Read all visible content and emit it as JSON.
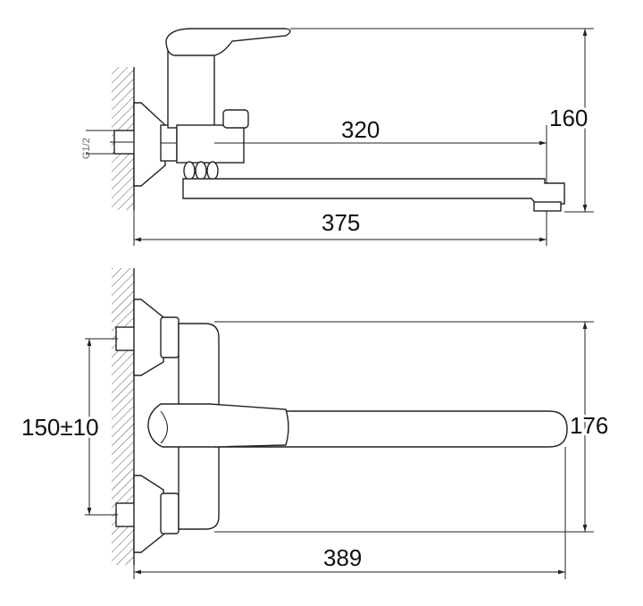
{
  "side_view": {
    "thread_label": "G1/2",
    "dim_spout_reach": "320",
    "dim_height": "160",
    "dim_total_length": "375"
  },
  "top_view": {
    "dim_centers": "150±10",
    "dim_width": "176",
    "dim_total_length": "389"
  }
}
